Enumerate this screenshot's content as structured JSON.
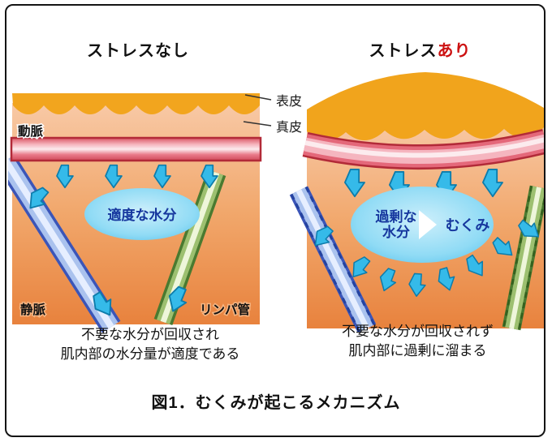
{
  "figure": {
    "caption": "図1．むくみが起こるメカニズム"
  },
  "layer_labels": {
    "epidermis": "表皮",
    "dermis": "真皮"
  },
  "panels": {
    "left": {
      "title": "ストレスなし",
      "bubble_text": "適度な水分",
      "caption_line1": "不要な水分が回収され",
      "caption_line2": "肌内部の水分量が適度である",
      "labels": {
        "artery": "動脈",
        "vein": "静脈",
        "lymph": "リンパ管"
      }
    },
    "right": {
      "title_prefix": "ストレス",
      "title_highlight": "あり",
      "bubble_line1": "過剰な",
      "bubble_line2": "水分",
      "bubble_result": "むくみ",
      "caption_line1": "不要な水分が回収されず",
      "caption_line2": "肌内部に過剰に溜まる"
    }
  },
  "colors": {
    "highlight_red": "#cc1111",
    "epidermis_orange": "#f2a51e",
    "dermis_orange": "#ea8a44",
    "arrow_cyan": "#35bae9",
    "bubble_blue": "#8ed9f4",
    "bubble_text_blue": "#16379e",
    "artery_red": "#b22a38",
    "vein_blue": "#3b55b8",
    "lymph_green": "#4a7a30"
  }
}
